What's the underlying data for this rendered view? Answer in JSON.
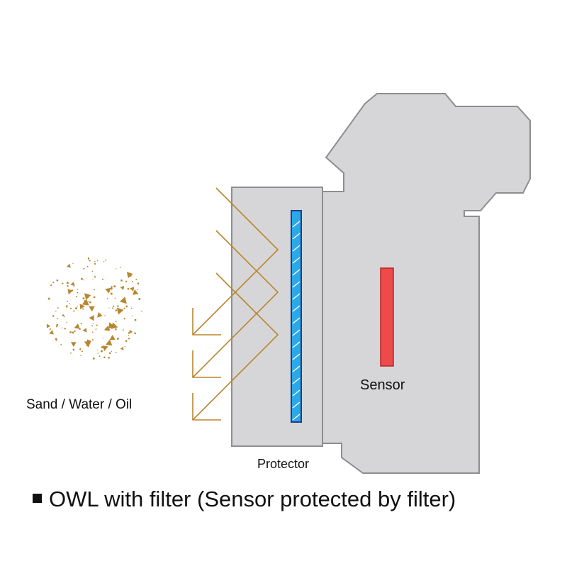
{
  "labels": {
    "particles": "Sand / Water / Oil",
    "sensor": "Sensor",
    "protector": "Protector"
  },
  "caption": {
    "bullet_icon": "square-bullet-icon",
    "text": "OWL with filter (Sensor protected by filter)"
  },
  "colors": {
    "camera_fill": "#d6d6d8",
    "camera_stroke": "#8e8e90",
    "filter_fill": "#2aa8e8",
    "filter_stroke": "#1f3f8a",
    "sensor_fill": "#ee4a4a",
    "sensor_stroke": "#b52222",
    "particle_color": "#b8862f",
    "ray_color": "#b8862f"
  },
  "icons": {
    "camera": "camera-body-icon",
    "particles": "particle-cloud-icon"
  }
}
